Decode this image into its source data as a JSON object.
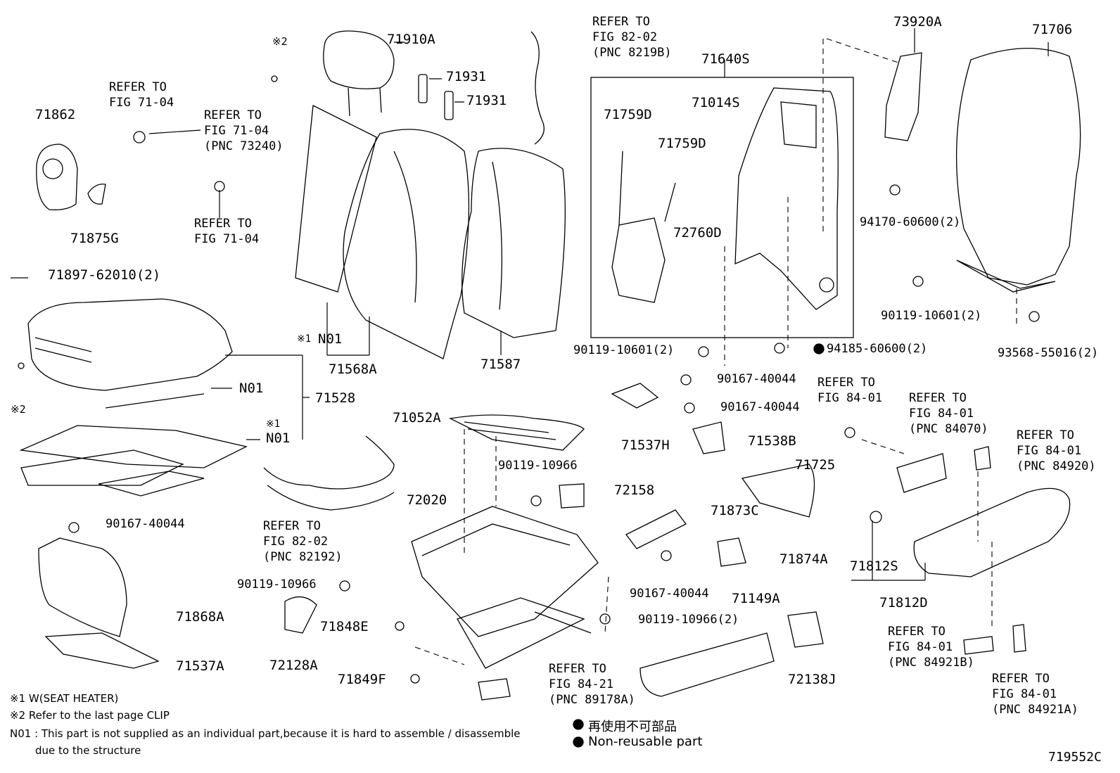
{
  "figure_code": "719552C",
  "parts": {
    "p71910A": "71910A",
    "p71931a": "71931",
    "p71931b": "71931",
    "p71862": "71862",
    "p71875G": "71875G",
    "p71897": "71897-62010(2)",
    "p71528": "71528",
    "n01a": "N01",
    "n01b": "N01",
    "n01c": "N01",
    "p71568A": "71568A",
    "p71587": "71587",
    "p71640S": "71640S",
    "p71014S": "71014S",
    "p71759Da": "71759D",
    "p71759Db": "71759D",
    "p72760D": "72760D",
    "p73920A": "73920A",
    "p71706": "71706",
    "p94170": "94170-60600(2)",
    "p90119_10601a": "90119-10601(2)",
    "p90119_10601b": "90119-10601(2)",
    "p94185": "94185-60600(2)",
    "p93568": "93568-55016(2)",
    "p90167a": "90167-40044",
    "p90167b": "90167-40044",
    "p90167c": "90167-40044",
    "p90167d": "90167-40044",
    "p71537H": "71537H",
    "p71538B": "71538B",
    "p71052A": "71052A",
    "p72020": "72020",
    "p90119_10966a": "90119-10966",
    "p90119_10966b": "90119-10966",
    "p90119_10966c": "90119-10966(2)",
    "p72158": "72158",
    "p71873C": "71873C",
    "p71874A": "71874A",
    "p71725": "71725",
    "p71149A": "71149A",
    "p72138J": "72138J",
    "p71812S": "71812S",
    "p71812D": "71812D",
    "p71868A": "71868A",
    "p71537A": "71537A",
    "p71848E": "71848E",
    "p71849F": "71849F",
    "p72128A": "72128A",
    "mark2a": "※2",
    "mark2b": "※2",
    "mark1a": "※1",
    "mark1b": "※1"
  },
  "refs": {
    "r1": "REFER TO\nFIG 82-02\n(PNC 8219B)",
    "r2": "REFER TO\nFIG 71-04",
    "r3": "REFER TO\nFIG 71-04\n(PNC 73240)",
    "r4": "REFER TO\nFIG 71-04",
    "r5": "REFER TO\nFIG 82-02\n(PNC 82192)",
    "r6": "REFER TO\nFIG 84-01",
    "r7": "REFER TO\nFIG 84-01\n(PNC 84070)",
    "r8": "REFER TO\nFIG 84-01\n(PNC 84920)",
    "r9": "REFER TO\nFIG 84-21\n(PNC 89178A)",
    "r10": "REFER TO\nFIG 84-01\n(PNC 84921B)",
    "r11": "REFER TO\nFIG 84-01\n(PNC 84921A)"
  },
  "notes": {
    "n1": "※1  W(SEAT HEATER)",
    "n2": "※2  Refer to the last page CLIP",
    "n3": "N01 : This part is not supplied as an individual part,because it is hard to assemble / disassemble",
    "n4": "due to the structure"
  },
  "legend": {
    "jp": "再使用不可部品",
    "en": "Non-reusable part"
  }
}
